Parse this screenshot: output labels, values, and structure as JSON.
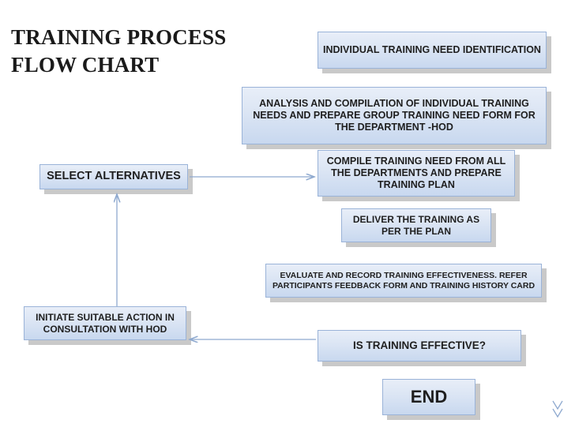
{
  "slide": {
    "title": "TRAINING PROCESS FLOW CHART",
    "background_color": "#ffffff",
    "box_fill_color": "#d6e2f4",
    "box_border_color": "#9ab3d8",
    "connector_color": "#8ea9cf"
  },
  "flow": {
    "nodes": [
      {
        "id": "need",
        "label": "INDIVIDUAL TRAINING NEED IDENTIFICATION"
      },
      {
        "id": "analysis",
        "label": "ANALYSIS AND COMPILATION OF INDIVIDUAL TRAINING NEEDS AND PREPARE GROUP TRAINING NEED FORM FOR THE DEPARTMENT -HOD"
      },
      {
        "id": "compile",
        "label": "COMPILE TRAINING NEED FROM ALL THE DEPARTMENTS AND PREPARE TRAINING PLAN"
      },
      {
        "id": "alternatives",
        "label": "SELECT ALTERNATIVES"
      },
      {
        "id": "deliver",
        "label": "DELIVER THE TRAINING AS PER THE PLAN"
      },
      {
        "id": "evaluate",
        "label": "EVALUATE AND RECORD TRAINING EFFECTIVENESS. REFER PARTICIPANTS FEEDBACK FORM AND TRAINING HISTORY CARD"
      },
      {
        "id": "initiate",
        "label": "INITIATE SUITABLE ACTION IN CONSULTATION WITH HOD"
      },
      {
        "id": "effective",
        "label": "IS TRAINING EFFECTIVE?"
      },
      {
        "id": "end",
        "label": "END"
      }
    ],
    "edges": [
      {
        "from": "alternatives",
        "to": "compile",
        "label": ""
      },
      {
        "from": "effective",
        "to": "initiate",
        "label": ""
      },
      {
        "from": "initiate",
        "to": "alternatives",
        "label": ""
      }
    ]
  }
}
